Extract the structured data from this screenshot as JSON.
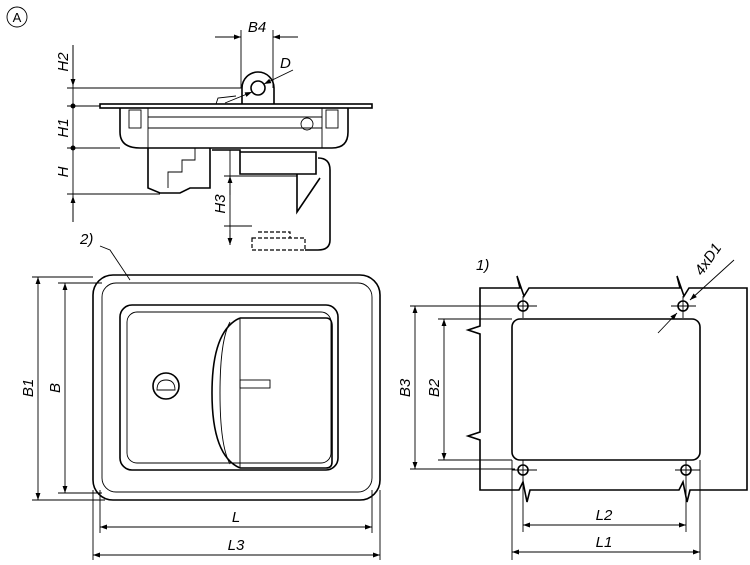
{
  "view_marker": "A",
  "side_view": {
    "labels": {
      "b4": "B4",
      "h2": "H2",
      "d": "D",
      "h1": "H1",
      "h": "H",
      "h3": "H3"
    }
  },
  "front_view": {
    "note": "2)",
    "labels": {
      "b1": "B1",
      "b": "B",
      "l": "L",
      "l3": "L3"
    }
  },
  "cutout_view": {
    "note": "1)",
    "labels": {
      "holes": "4xD1",
      "b3": "B3",
      "b2": "B2",
      "l2": "L2",
      "l1": "L1"
    }
  },
  "colors": {
    "line": "#000000",
    "background": "#ffffff"
  }
}
